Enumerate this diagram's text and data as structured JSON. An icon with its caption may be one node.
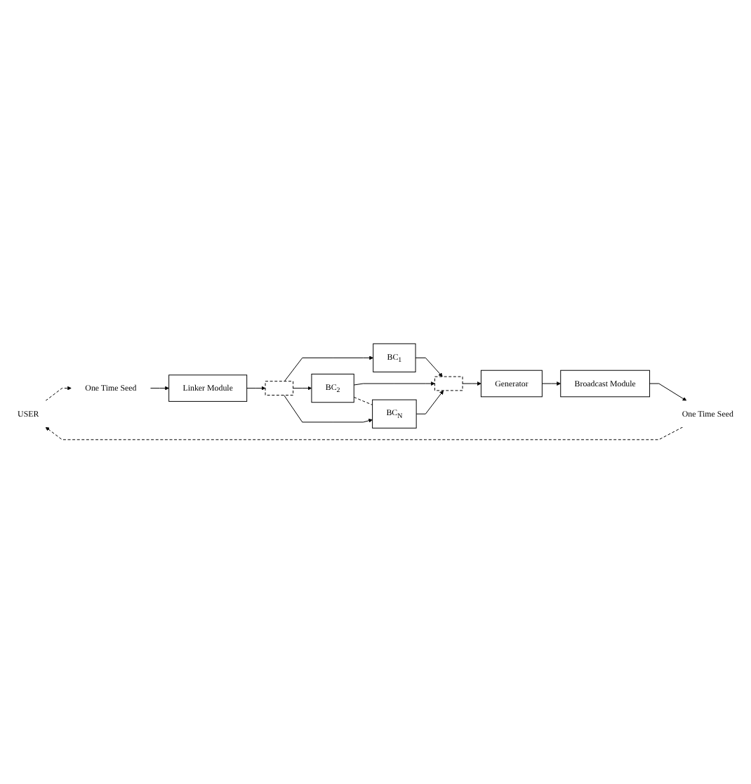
{
  "diagram": {
    "nodes": [
      {
        "text": [
          "USER"
        ]
      },
      {
        "text": [
          "One Time Seed"
        ]
      },
      {
        "text": [],
        "shape": "bar"
      },
      {
        "text": [],
        "shape": "bar"
      },
      {
        "text": [
          "One Time Seed"
        ]
      },
      {
        "text": [
          "BC$_{1}$"
        ]
      },
      {
        "text": [
          "Linker Module"
        ]
      },
      {
        "text": [
          "Broadcast Module"
        ]
      },
      {
        "text": [
          "BC$_{2}$"
        ]
      },
      {
        "text": [
          "Generator"
        ]
      },
      {
        "text": [
          "BC$_{N}$"
        ]
      }
    ],
    "edges": [
      {
        "from": 0,
        "to": 1,
        "arrow": "to",
        "style": "dashed"
      },
      {
        "from": 4,
        "to": 0,
        "arrow": "to",
        "style": "dashed"
      },
      {
        "from": 1,
        "to": 6,
        "arrow": "to"
      },
      {
        "from": 6,
        "to": 2,
        "arrow": "to"
      },
      {
        "from": 2,
        "to": 5,
        "arrow": "to"
      },
      {
        "from": 2,
        "to": 8,
        "arrow": "to"
      },
      {
        "from": 2,
        "to": 10,
        "arrow": "to"
      },
      {
        "from": 5,
        "to": 3,
        "arrow": "to"
      },
      {
        "from": 8,
        "to": 3,
        "arrow": "to"
      },
      {
        "from": 10,
        "to": 3,
        "arrow": "to"
      },
      {
        "from": 8,
        "to": 10,
        "arrow": "none",
        "style": "dashed"
      },
      {
        "from": 3,
        "to": 9,
        "arrow": "to"
      },
      {
        "from": 9,
        "to": 7,
        "arrow": "to"
      },
      {
        "from": 7,
        "to": 4,
        "arrow": "to"
      }
    ]
  }
}
